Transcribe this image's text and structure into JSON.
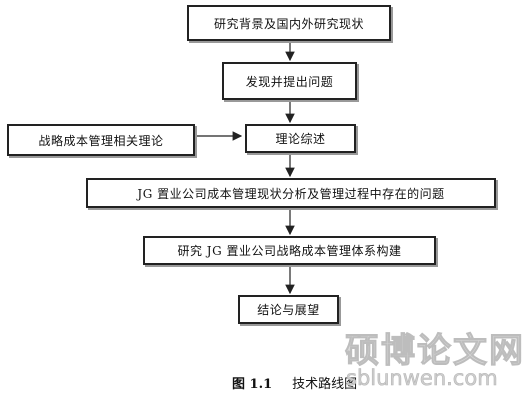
{
  "nodes": {
    "background": "研究背景及国内外研究现状",
    "problem": "发现并提出问题",
    "strategic_theory": "战略成本管理相关理论",
    "review": "理论综述",
    "analysis": "JG 置业公司成本管理现状分析及管理过程中存在的问题",
    "construction": "研究 JG 置业公司战略成本管理体系构建",
    "conclusion": "结论与展望"
  },
  "caption": {
    "number": "图 1.1",
    "text": "技术路线图"
  },
  "watermark": {
    "text_cn": "硕博论文网",
    "url": "sblunwen.com"
  }
}
